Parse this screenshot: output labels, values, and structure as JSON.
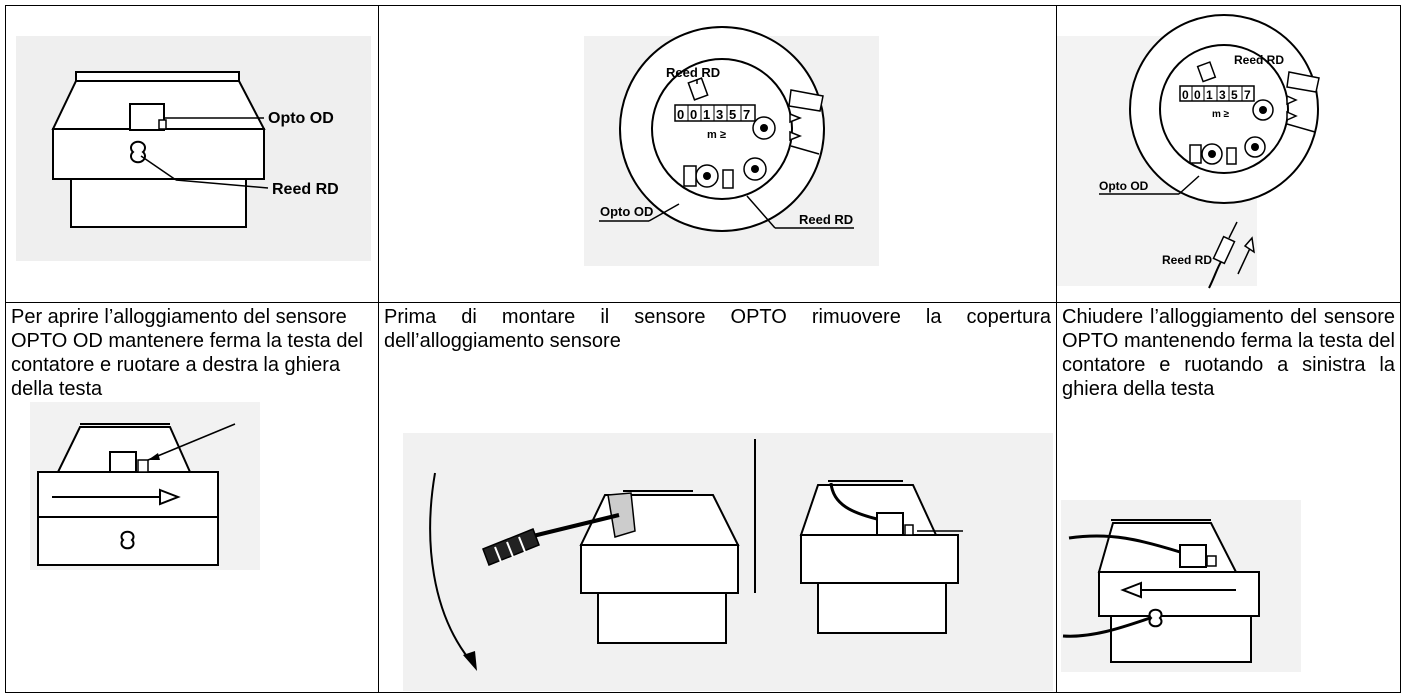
{
  "figures": {
    "side": {
      "label_opto": "Opto OD",
      "label_reed": "Reed RD"
    },
    "dial": {
      "label_reed": "Reed RD",
      "label_opto": "Opto OD",
      "label_reed_bottom": "Reed RD",
      "counter_digits": [
        "0",
        "0",
        "1",
        "3",
        "5",
        "7"
      ],
      "unit": "m ≥"
    },
    "dial_right": {
      "label_reed": "Reed RD",
      "label_opto": "Opto OD",
      "label_reed_probe": "Reed RD",
      "counter_digits": [
        "0",
        "0",
        "1",
        "3",
        "5",
        "7"
      ],
      "unit": "m ≥"
    }
  },
  "instructions": {
    "step1": "Per aprire l’alloggiamento del sensore OPTO OD mantenere ferma la testa del contatore e ruotare a destra la ghiera della testa",
    "step2": "Prima di montare il sensore OPTO rimuovere la copertura dell’alloggiamento sensore",
    "step3": "Chiudere l’alloggiamento del sensore OPTO mantenendo ferma la testa del contatore e ruotando a sinistra la ghiera della testa"
  }
}
